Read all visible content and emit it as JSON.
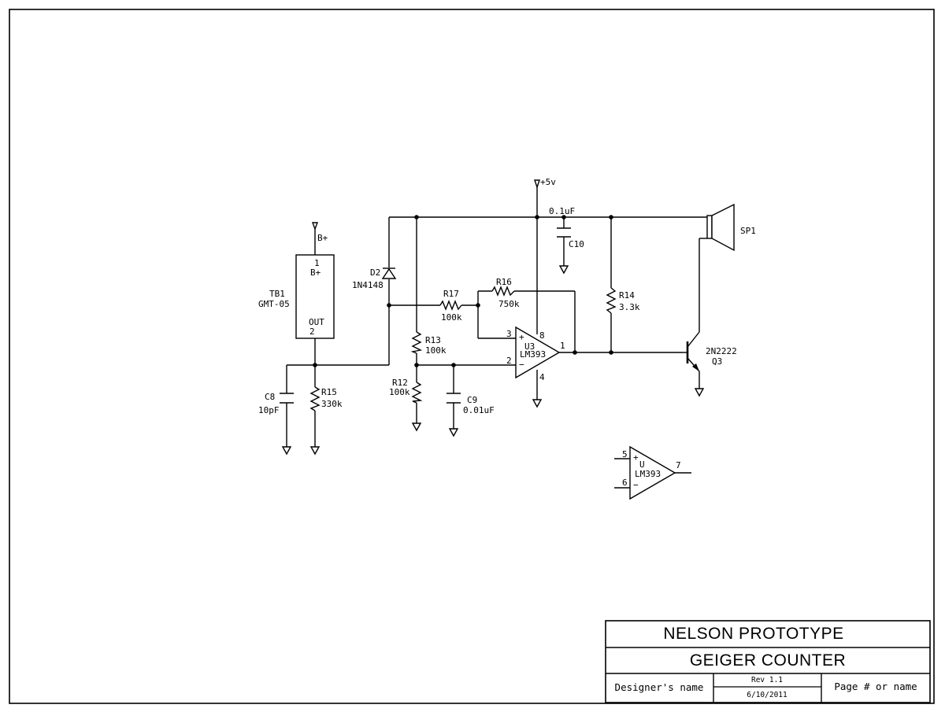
{
  "title_block": {
    "company": "NELSON PROTOTYPE",
    "title": "GEIGER COUNTER",
    "designer": "Designer's name",
    "rev": "Rev 1.1",
    "date": "6/10/2011",
    "page": "Page # or name"
  },
  "power": {
    "vcc": "+5v",
    "bplus": "B+"
  },
  "tb1": {
    "ref": "TB1",
    "part": "GMT-05",
    "pin1": "1",
    "pin1_name": "B+",
    "pin2_name": "OUT",
    "pin2": "2"
  },
  "d2": {
    "ref": "D2",
    "part": "1N4148"
  },
  "c8": {
    "ref": "C8",
    "value": "10pF"
  },
  "r15": {
    "ref": "R15",
    "value": "330k"
  },
  "r17": {
    "ref": "R17",
    "value": "100k"
  },
  "r16": {
    "ref": "R16",
    "value": "750k"
  },
  "r13": {
    "ref": "R13",
    "value": "100k"
  },
  "r12": {
    "ref": "R12",
    "value": "100k"
  },
  "c9": {
    "ref": "C9",
    "value": "0.01uF"
  },
  "c10": {
    "ref": "C10",
    "value": "0.1uF"
  },
  "r14": {
    "ref": "R14",
    "value": "3.3k"
  },
  "u3": {
    "ref": "U3",
    "part": "LM393",
    "pin_plus": "3",
    "pin_minus": "2",
    "pin_out": "1",
    "pin_vcc": "8",
    "pin_gnd": "4",
    "plus_sign": "+",
    "minus_sign": "−"
  },
  "q3": {
    "part": "2N2222",
    "ref": "Q3"
  },
  "sp1": {
    "ref": "SP1"
  },
  "u_b": {
    "ref": "U",
    "part": "LM393",
    "pin_plus": "5",
    "pin_minus": "6",
    "pin_out": "7",
    "plus_sign": "+",
    "minus_sign": "−"
  }
}
